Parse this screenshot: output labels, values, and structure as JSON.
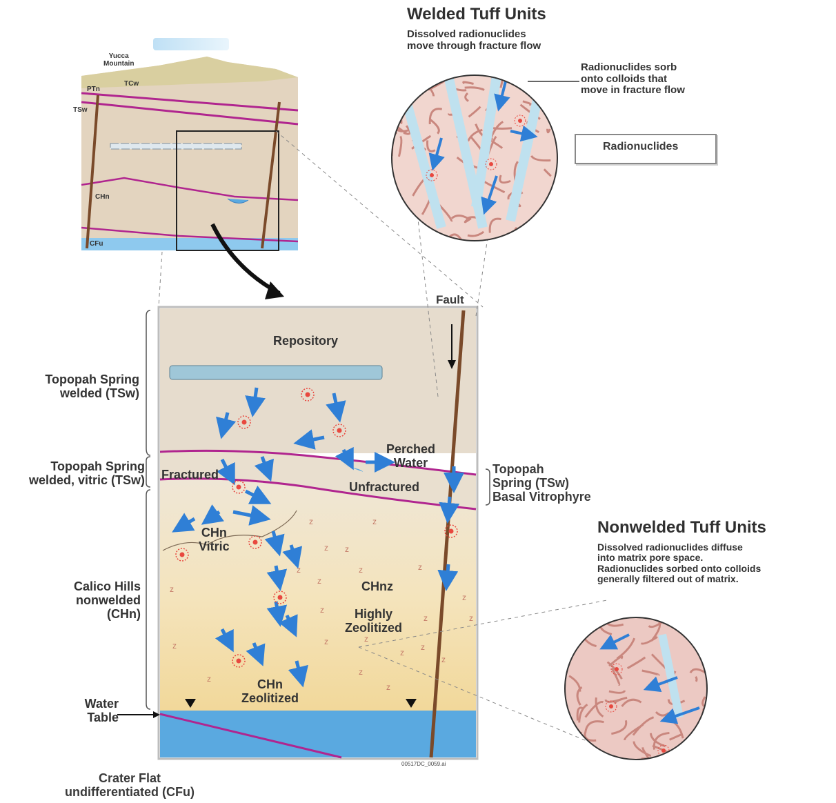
{
  "welded": {
    "title": "Welded Tuff Units",
    "subtitle": "Dissolved radionuclides\nmove through fracture flow",
    "callout": "Radionuclides sorb\nonto colloids that\nmove in fracture flow"
  },
  "legend": {
    "label": "Radionuclides"
  },
  "nonwelded": {
    "title": "Nonwelded Tuff Units",
    "text": "Dissolved radionuclides diffuse\ninto matrix pore space.\nRadionuclides sorbed onto colloids\ngenerally filtered out of matrix."
  },
  "block": {
    "yucca": "Yucca\nMountain",
    "ptn": "PTn",
    "tcw": "TCw",
    "tsw": "TSw",
    "chn": "CHn",
    "cfu": "CFu"
  },
  "section": {
    "fault": "Fault",
    "repository": "Repository",
    "fractured": "Fractured",
    "unfractured": "Unfractured",
    "perched_water": "Perched\nWater",
    "chn_vitric": "CHn\nVitric",
    "chnz": "CHnz",
    "highly_zeolitized": "Highly\nZeolitized",
    "chn_zeolitized": "CHn\nZeolitized",
    "file_id": "00517DC_0059.ai"
  },
  "left_labels": {
    "tsw_welded": "Topopah Spring\nwelded (TSw)",
    "tsw_vitric": "Topopah Spring\nwelded, vitric (TSw)",
    "calico": "Calico Hills\nnonwelded\n(CHn)",
    "water_table": "Water\nTable",
    "crater_flat": "Crater Flat\nundifferentiated (CFu)"
  },
  "right_labels": {
    "basal_vitrophyre": "Topopah\nSpring (TSw)\nBasal Vitrophyre"
  },
  "colors": {
    "rock": "#e8dccb",
    "chn": "#f3e2b8",
    "water": "#5aa9e0",
    "contact": "#b0258f",
    "fault": "#7a4a2a",
    "arrow": "#2f7fd6",
    "radionuclide": "#e8483f",
    "matrix": "#c9877e"
  }
}
